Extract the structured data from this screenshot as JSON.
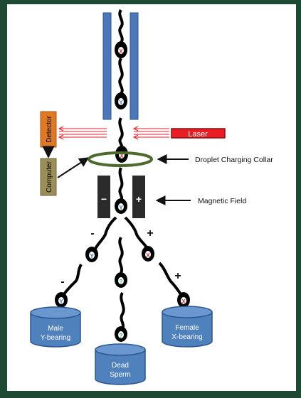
{
  "labels": {
    "detector": "Detector",
    "computer": "Computer",
    "laser": "Laser",
    "charging_collar": "Droplet Charging Collar",
    "magnetic_field": "Magnetic Field",
    "plate_neg": "−",
    "plate_pos": "+",
    "charge_left_1": "-",
    "charge_right_1": "+",
    "charge_left_2": "-",
    "charge_right_2": "+"
  },
  "sperm_marks": {
    "x": "X",
    "y": "Y",
    "dead": "?"
  },
  "containers": [
    {
      "line1": "Male",
      "line2": "Y-bearing"
    },
    {
      "line1": "Dead",
      "line2": "Sperm"
    },
    {
      "line1": "Female",
      "line2": "X-bearing"
    }
  ],
  "colors": {
    "background": "#1e4a33",
    "panel": "#ffffff",
    "tube": "#4a78b8",
    "detector": "#e07a22",
    "computer": "#9b8f57",
    "laser": "#e81e24",
    "collar": "#4d6a2a",
    "plates": "#2b2b2b",
    "container": "#4f81bd",
    "mark_x": "#d9363e",
    "mark_y": "#3a6fc4",
    "mark_dead": "#3aa860"
  }
}
